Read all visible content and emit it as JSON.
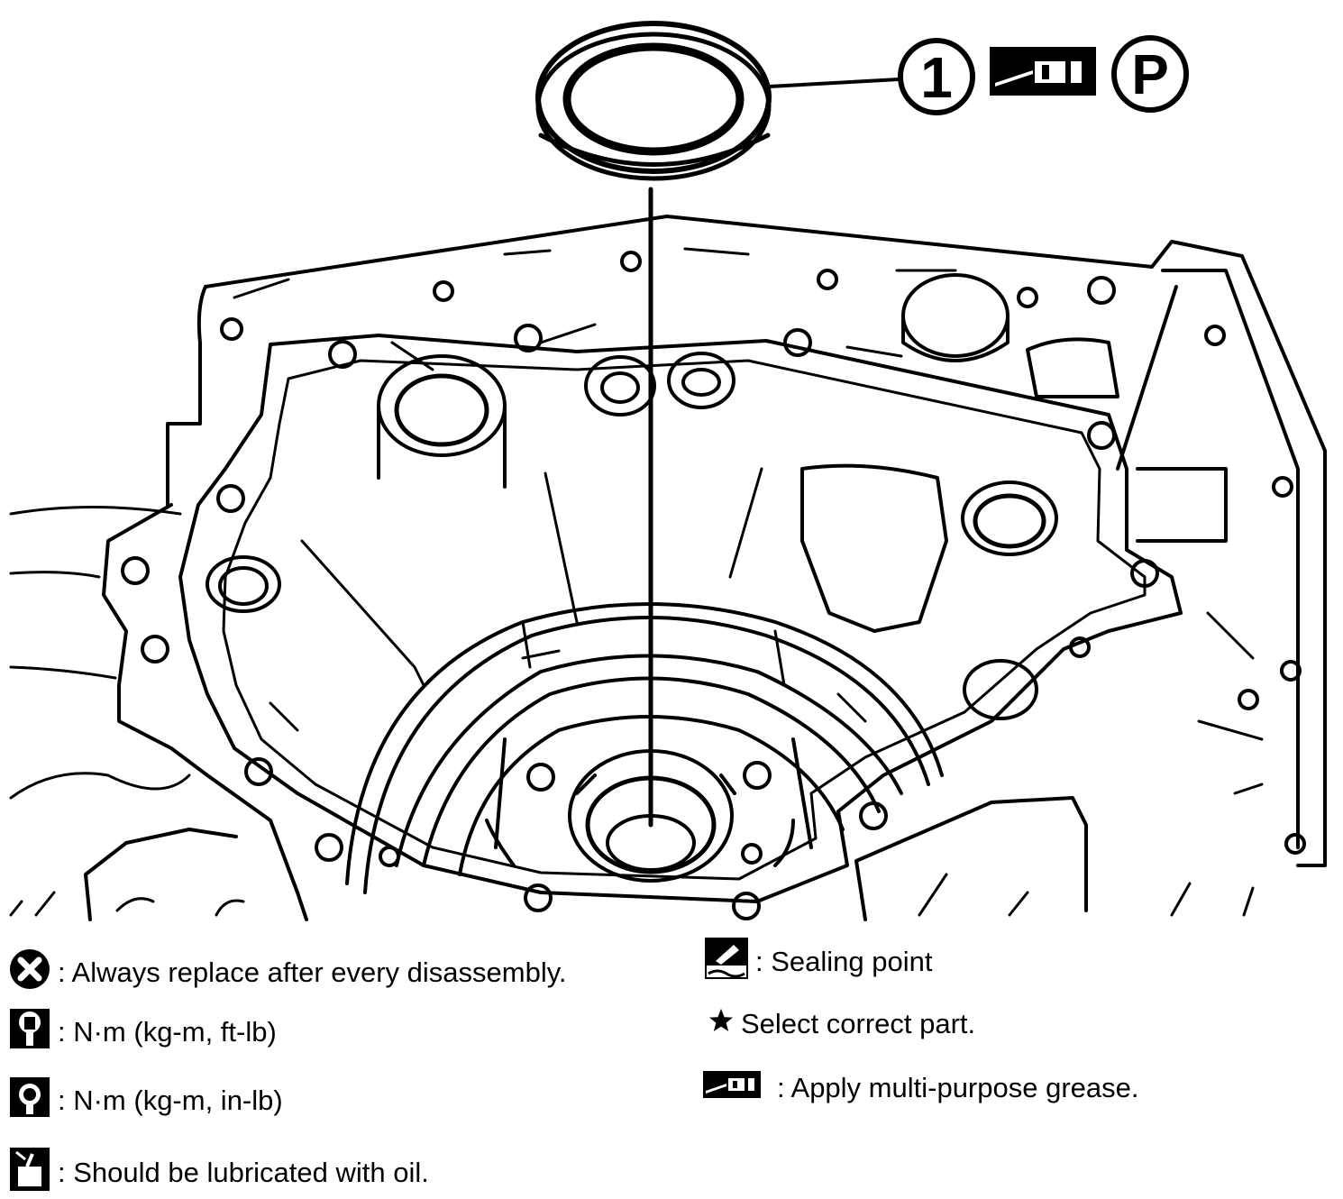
{
  "callout": {
    "number": "1",
    "symbol_p": "P",
    "grease_icon": "grease-gun-icon"
  },
  "legend": {
    "replace": {
      "icon": "replace-x-icon",
      "text": ": Always replace after every disassembly."
    },
    "torque_ftlb": {
      "icon": "torque-wrench-icon",
      "text": ": N·m (kg-m, ft-lb)"
    },
    "torque_inlb": {
      "icon": "torque-socket-icon",
      "text": ": N·m (kg-m, in-lb)"
    },
    "oil": {
      "icon": "oil-can-icon",
      "text": ": Should be lubricated with oil."
    },
    "sealing": {
      "icon": "sealing-point-icon",
      "text": ": Sealing point"
    },
    "select": {
      "icon": "star-icon",
      "text": "Select correct part."
    },
    "grease": {
      "icon": "grease-gun-icon",
      "text": ": Apply multi-purpose grease."
    }
  }
}
